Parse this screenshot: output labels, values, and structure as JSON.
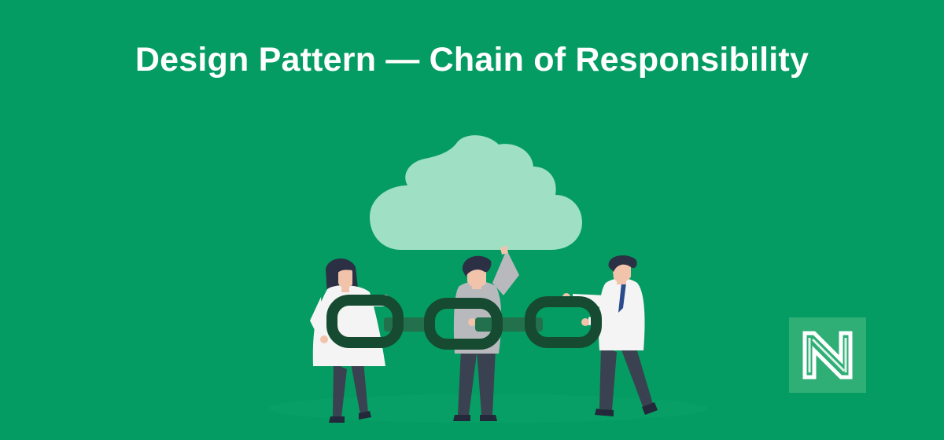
{
  "banner": {
    "title": "Design Pattern — Chain of Responsibility",
    "background_color": "#049c62"
  },
  "illustration": {
    "elements": [
      "cloud",
      "chain-links",
      "woman",
      "man-center",
      "man-right"
    ],
    "cloud_color": "#9fe0c5",
    "chain_color": "#164b31"
  },
  "logo": {
    "icon": "n-logo-icon",
    "badge_color": "#2fae76"
  }
}
